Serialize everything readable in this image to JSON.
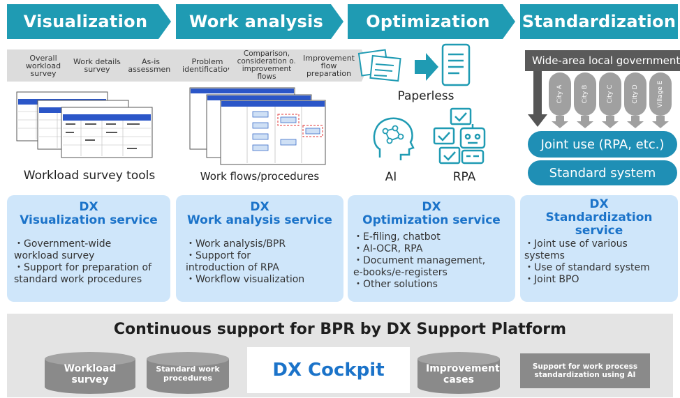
{
  "phases": [
    "Visualization",
    "Work analysis",
    "Optimization",
    "Standardization"
  ],
  "visualization_steps": [
    "Overall workload survey",
    "Work details survey",
    "As-is assessment"
  ],
  "analysis_steps": [
    "Problem identification",
    "Comparison, consideration of improvement flows",
    "Improvement flow preparation"
  ],
  "captions": {
    "workload_tools": "Workload survey tools",
    "work_flows": "Work flows/procedures",
    "paperless": "Paperless",
    "ai": "AI",
    "rpa": "RPA"
  },
  "standardization_graphic": {
    "header": "Wide-area local government",
    "cities": [
      "City A",
      "City B",
      "City C",
      "City D",
      "Village E"
    ],
    "joint_use": "Joint use (RPA, etc.)",
    "standard_system": "Standard system"
  },
  "services": [
    {
      "title_line1": "DX",
      "title_line2": "Visualization service",
      "items": [
        "・Government-wide",
        "workload survey",
        "・Support for preparation of",
        "standard work procedures"
      ]
    },
    {
      "title_line1": "DX",
      "title_line2": "Work analysis service",
      "items": [
        "・Work analysis/BPR",
        "・Support for",
        "introduction of RPA",
        "・Workflow visualization"
      ]
    },
    {
      "title_line1": "DX",
      "title_line2": "Optimization service",
      "items": [
        "・E-filing, chatbot",
        "・AI-OCR, RPA",
        "・Document management,",
        "e-books/e-registers",
        "・Other solutions"
      ]
    },
    {
      "title_line1": "DX",
      "title_line2": "Standardization",
      "title_line3": "service",
      "items": [
        "・Joint use of various",
        "systems",
        "・Use of standard system",
        "・Joint BPO"
      ]
    }
  ],
  "platform": {
    "title": "Continuous support for BPR by DX Support Platform",
    "workload_survey": "Workload survey",
    "standard_procedures": "Standard work procedures",
    "cockpit": "DX Cockpit",
    "improvement_cases": "Improvement cases",
    "ai_support": "Support for work process standardization using AI"
  },
  "colors": {
    "phase": "#1f9bb3",
    "panel": "#cfe6fa",
    "service_title": "#1b73c9",
    "cylinder": "#8a8a8a",
    "pill": "#1f8fb5"
  }
}
